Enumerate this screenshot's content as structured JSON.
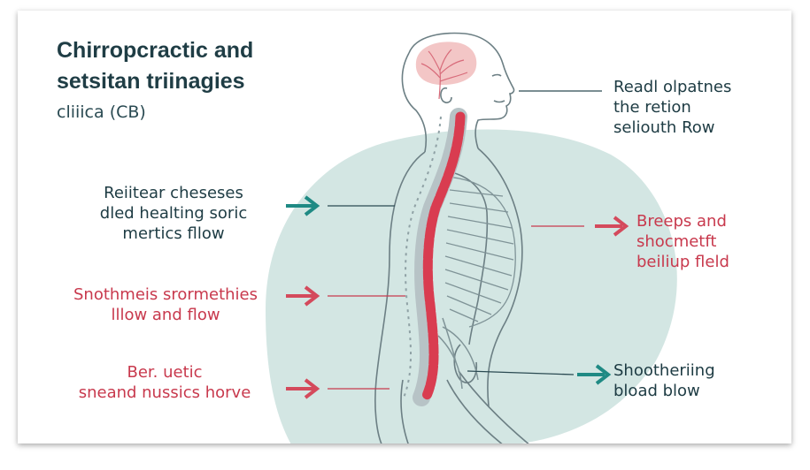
{
  "title_lines": [
    "Chirropcractic and",
    "setsitan triinagies"
  ],
  "subtitle": "cliiica (CB)",
  "labels": {
    "left_top": [
      "Reiitear cheseses",
      "dled healting soric",
      "mertics fllow"
    ],
    "left_mid": [
      "Snothmeis srormethies",
      "lllow and flow"
    ],
    "left_bottom": [
      "Ber. uetic",
      "sneand nussics horve"
    ],
    "right_top": [
      "Readl olpatnes",
      "the retion",
      "seliouth Row"
    ],
    "right_mid": [
      "Breeps and",
      "shocmetft",
      "beiliup fleld"
    ],
    "right_bottom": [
      "Shootheriing",
      "bload blow"
    ]
  },
  "colors": {
    "teal_dark": "#1d3b43",
    "red": "#c8394d",
    "arrow_teal": "#1f8a84",
    "arrow_red": "#d44a5c",
    "background_blob": "#d3e6e3",
    "spine_red": "#d93c50",
    "brain_pink": "#f3c6c6"
  },
  "icons": {
    "pointer_arrow": "arrow-right-icon"
  }
}
